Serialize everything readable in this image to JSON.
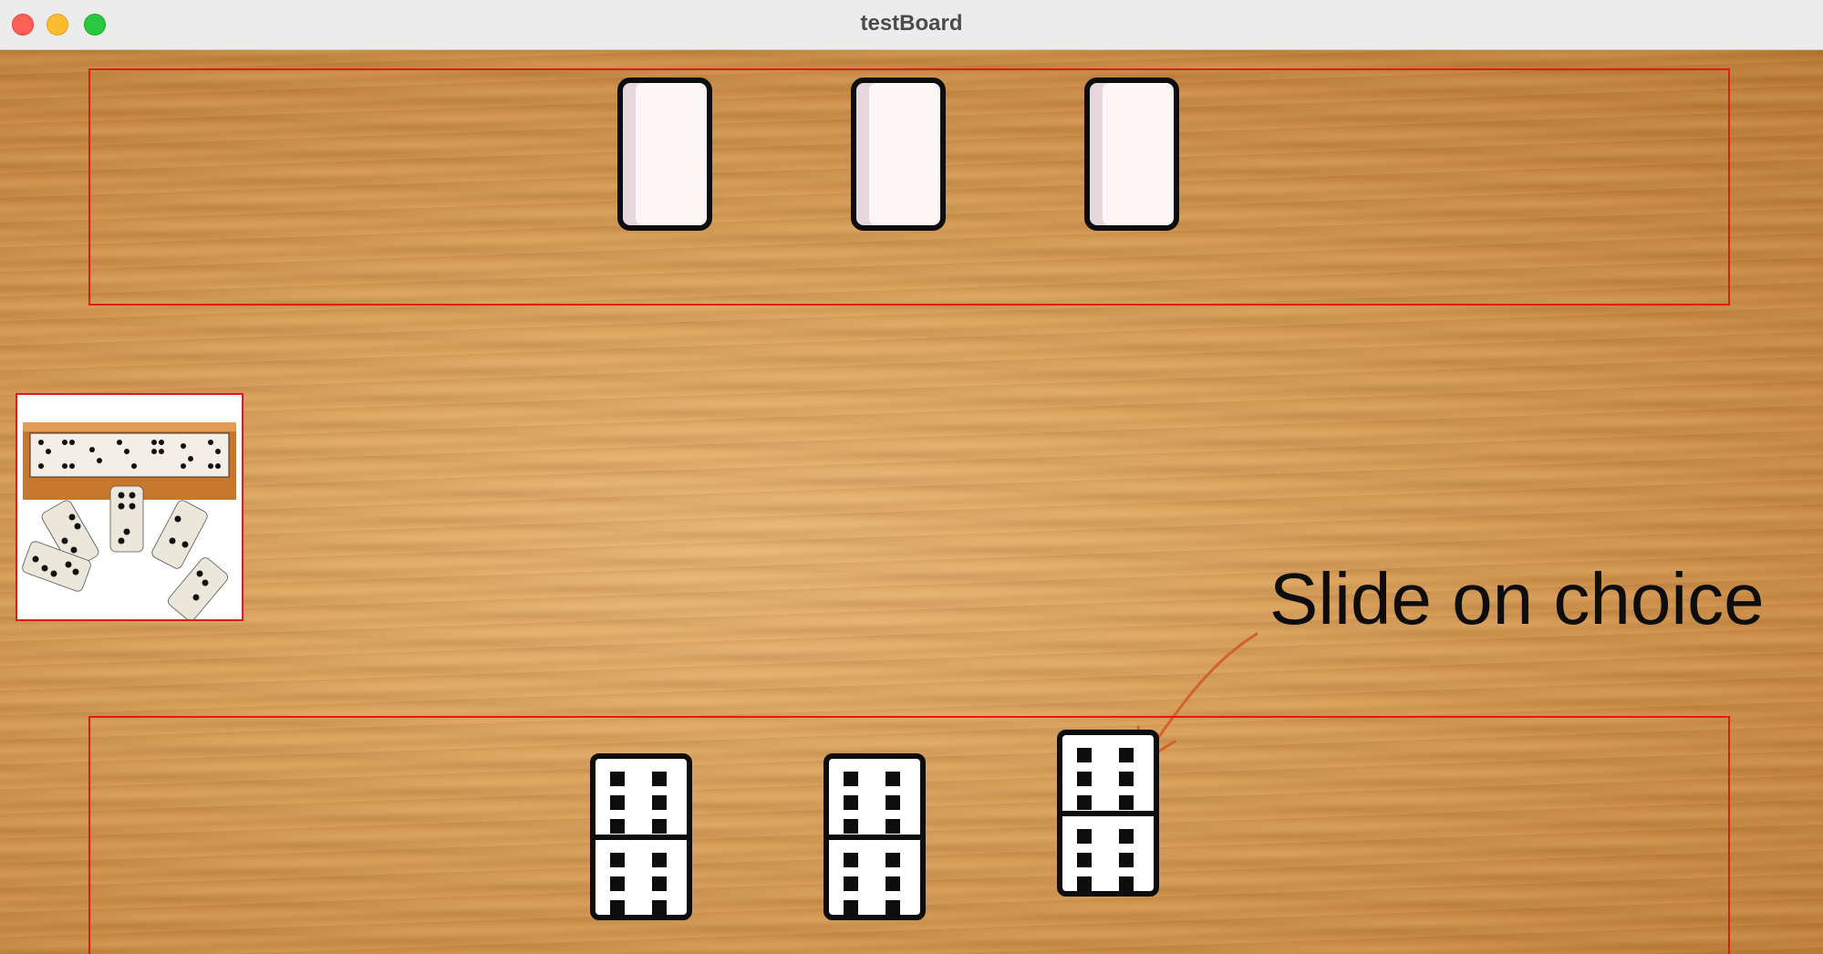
{
  "window": {
    "title": "testBoard"
  },
  "board": {
    "opponent_hand": {
      "tiles": [
        "face-down",
        "face-down",
        "face-down"
      ]
    },
    "player_hand": {
      "tiles": [
        [
          6,
          6
        ],
        [
          6,
          6
        ],
        [
          6,
          6
        ]
      ]
    },
    "annotation": "Slide on choice"
  },
  "colors": {
    "zone_border": "#e11b14",
    "wood": "#d9a15c",
    "tile_border": "#0d0d0d"
  }
}
